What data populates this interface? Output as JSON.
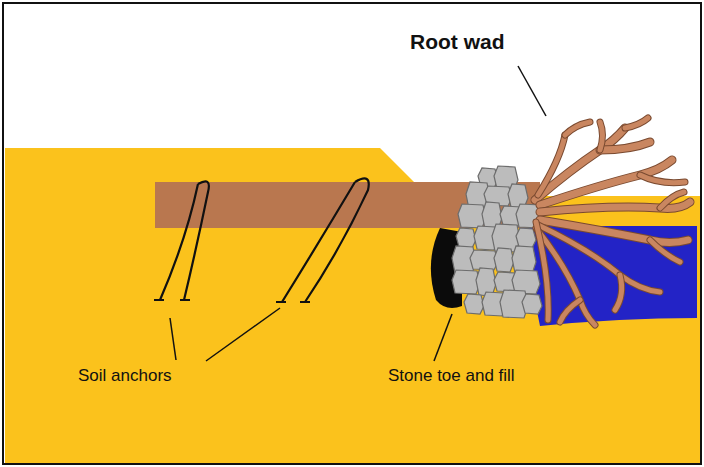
{
  "diagram": {
    "labels": [
      "Root wad",
      "Soil anchors",
      "Stone toe and fill"
    ]
  }
}
